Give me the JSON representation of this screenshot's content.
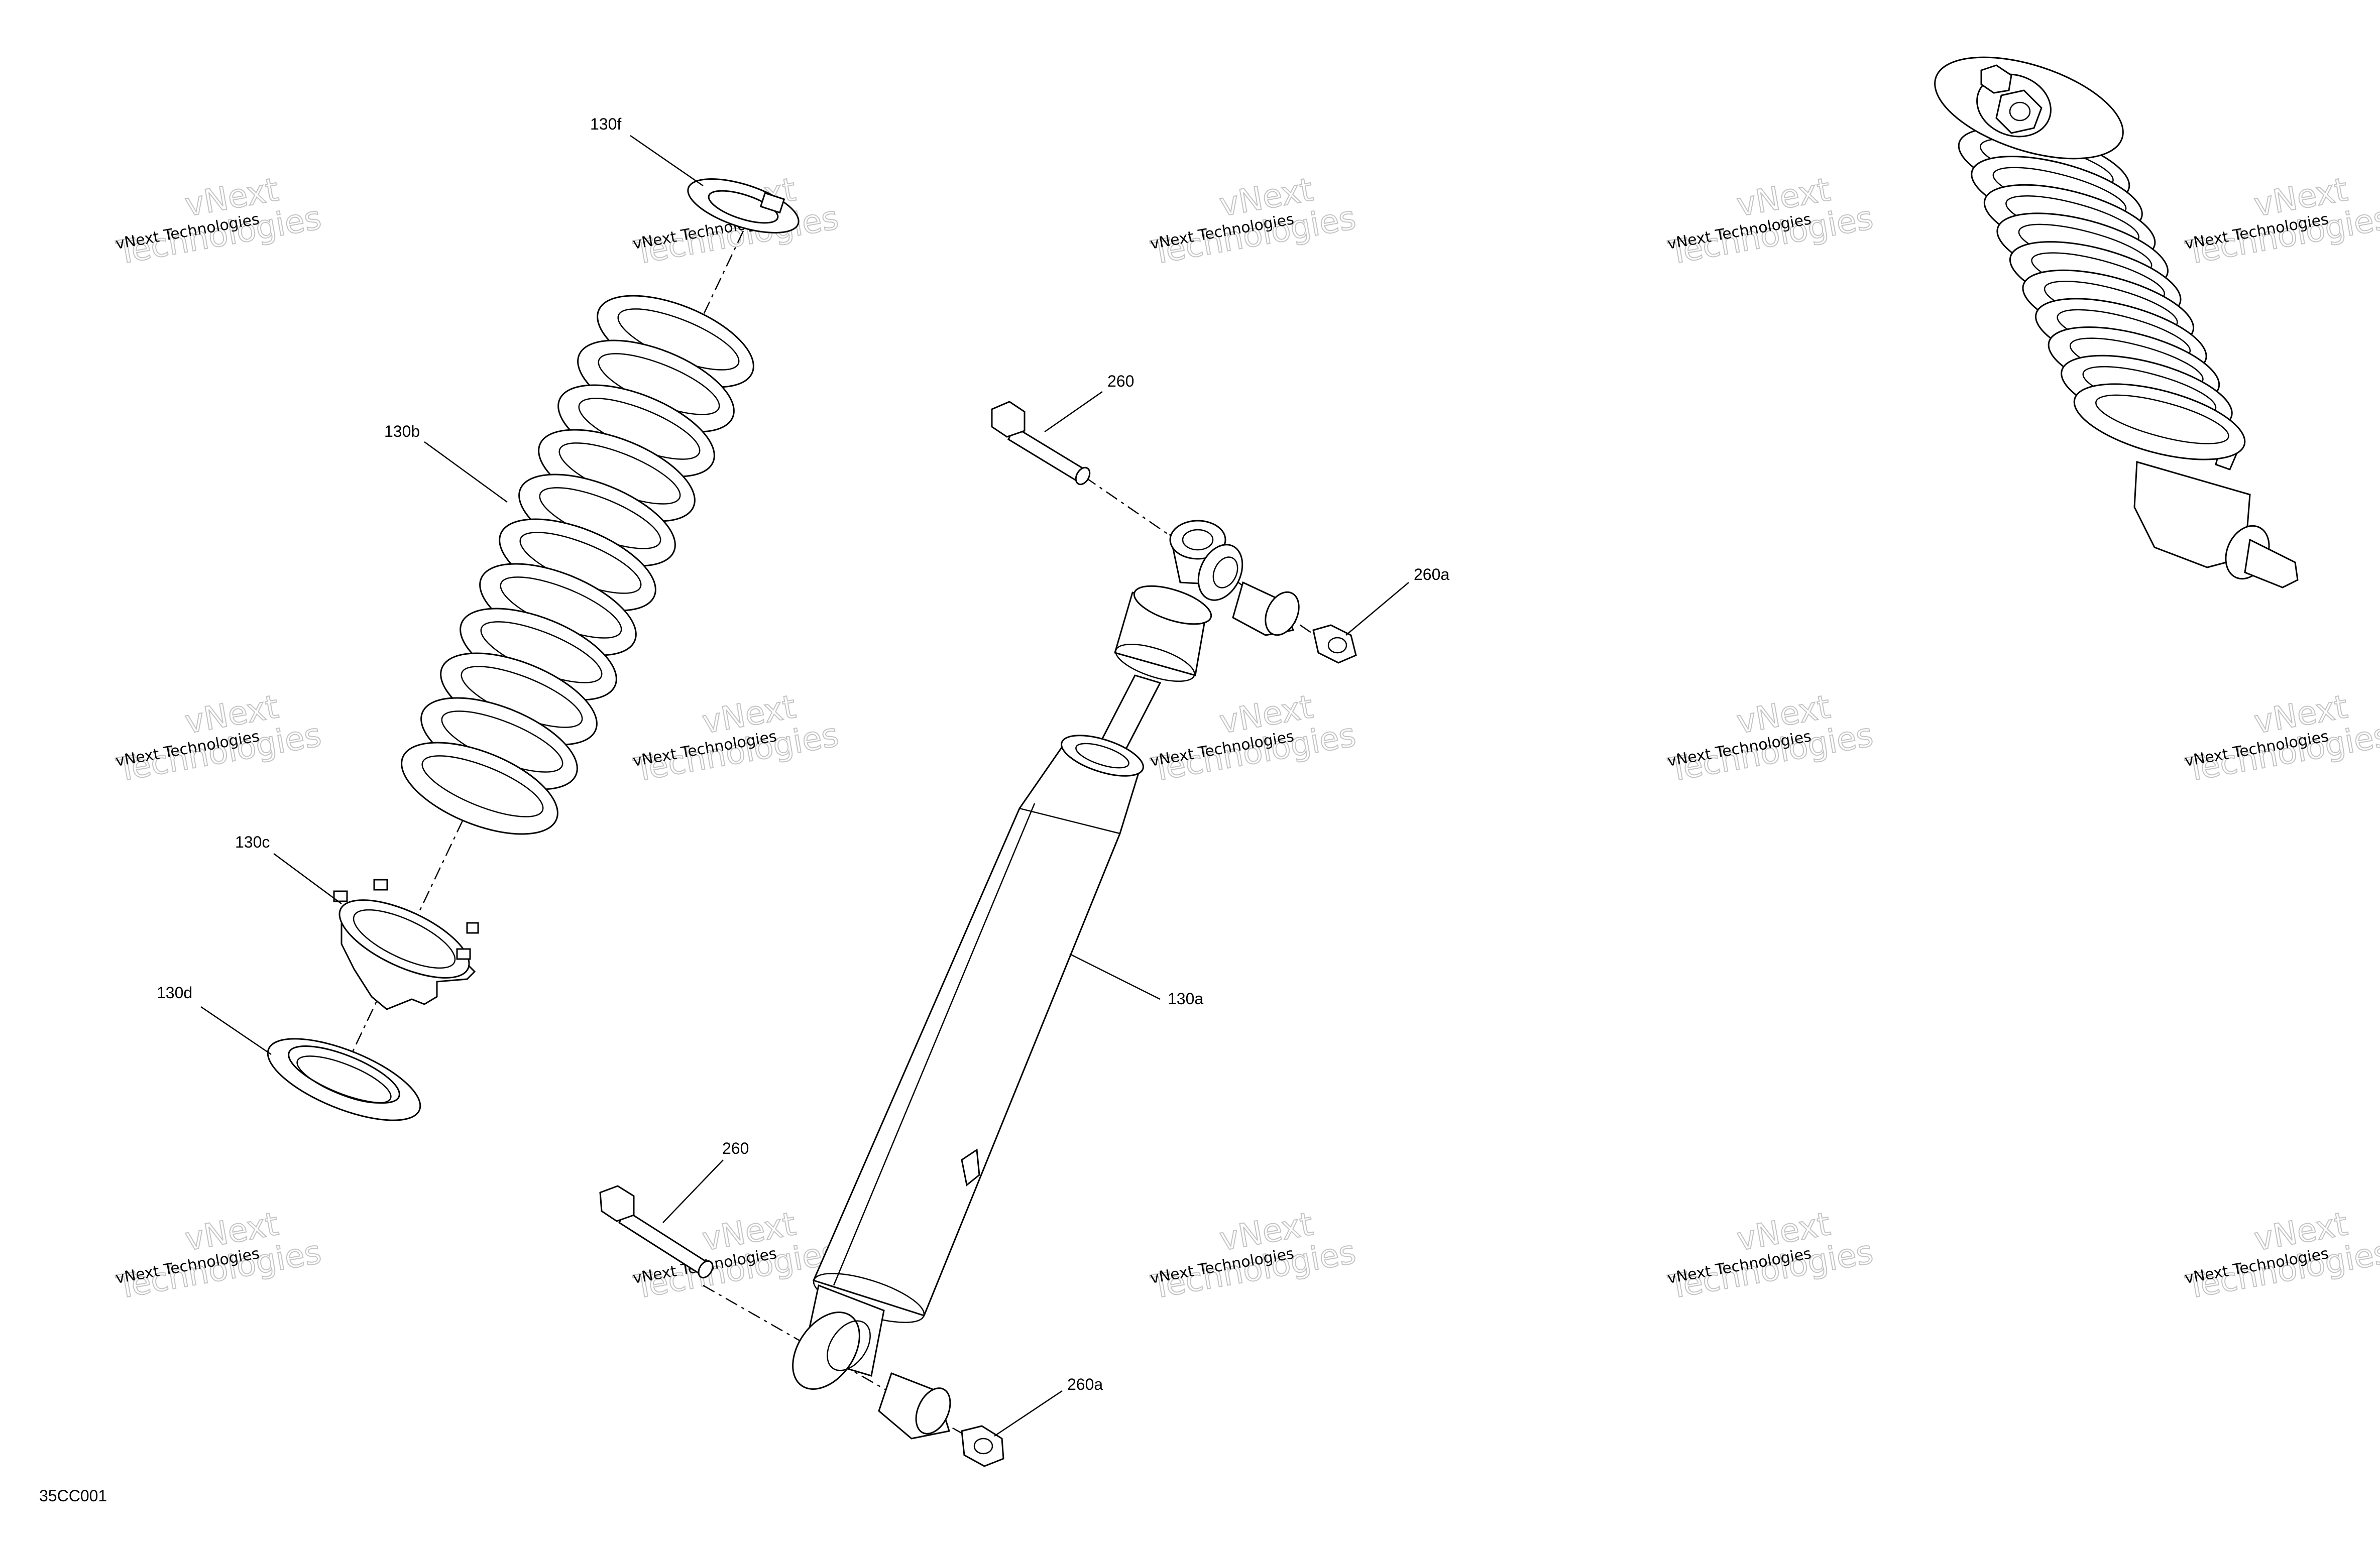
{
  "callouts": {
    "c130f": "130f",
    "c130b": "130b",
    "c130c": "130c",
    "c130d": "130d",
    "c260_top": "260",
    "c260a_top": "260a",
    "c130a": "130a",
    "c260_bottom": "260",
    "c260a_bottom": "260a"
  },
  "watermark": {
    "small": "vNext Technologies",
    "big_line1": "vNext",
    "big_line2": "Technologies"
  },
  "figure_code": "35CC001"
}
